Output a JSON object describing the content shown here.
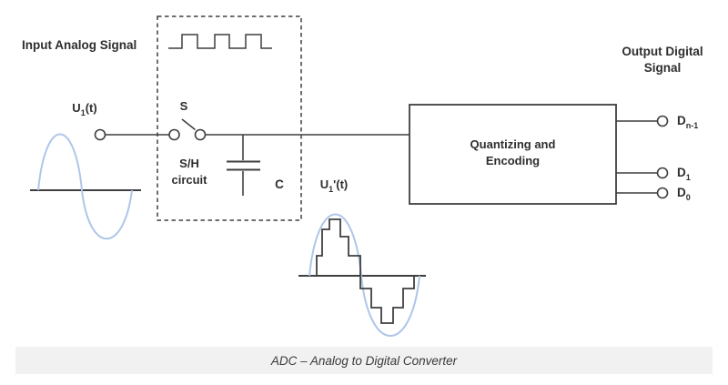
{
  "diagram": {
    "caption": "ADC – Analog to Digital Converter",
    "input_section": {
      "title": "Input Analog Signal",
      "signal_label": {
        "base": "U",
        "sub": "1",
        "suffix": "(t)"
      }
    },
    "sample_hold": {
      "switch_label": "S",
      "block_label_line1": "S/H",
      "block_label_line2": "circuit",
      "capacitor_label": "C"
    },
    "sampled_signal_label": {
      "base": "U",
      "sub": "1",
      "suffix": "'(t)"
    },
    "quantizer": {
      "label_line1": "Quantizing and",
      "label_line2": "Encoding"
    },
    "output_section": {
      "title_line1": "Output Digital",
      "title_line2": "Signal",
      "outputs": [
        {
          "base": "D",
          "sub": "n-1"
        },
        {
          "base": "D",
          "sub": "1"
        },
        {
          "base": "D",
          "sub": "0"
        }
      ]
    },
    "colors": {
      "line": "#3f3f3f",
      "analog_wave": "#aec6e8",
      "caption_background": "#f1f1f1",
      "background": "#ffffff"
    }
  }
}
